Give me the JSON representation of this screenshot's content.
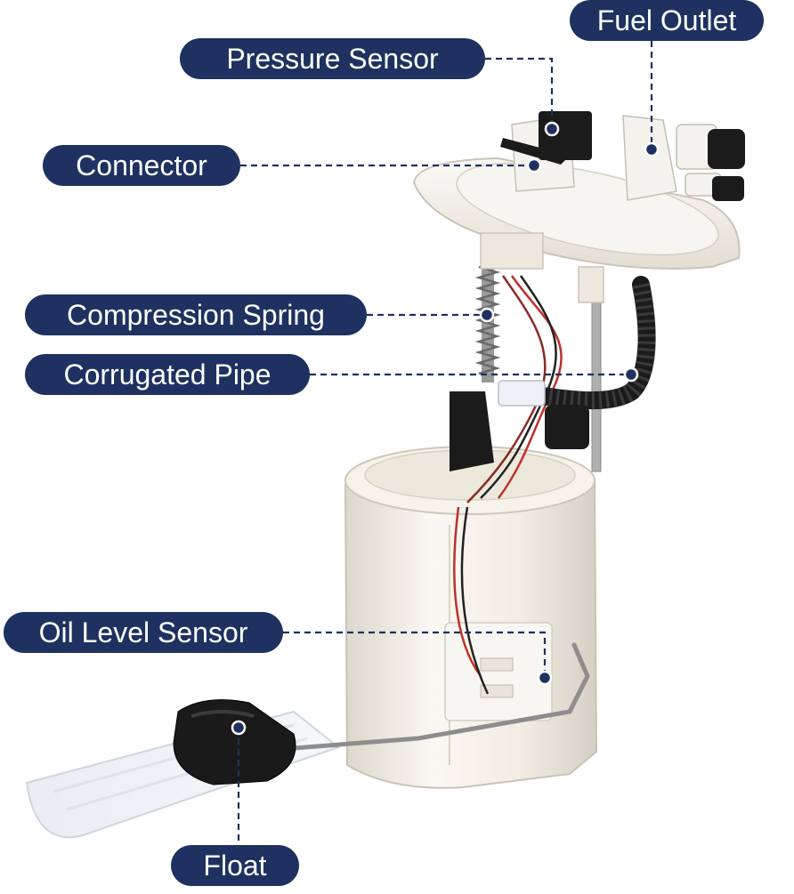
{
  "callouts": {
    "fuel_outlet": "Fuel Outlet",
    "pressure_sensor": "Pressure Sensor",
    "connector": "Connector",
    "compression_spring": "Compression Spring",
    "corrugated_pipe": "Corrugated Pipe",
    "oil_level_sensor": "Oil Level Sensor",
    "float": "Float"
  },
  "colors": {
    "label_bg": "#1e3160",
    "label_text": "#ffffff",
    "leader_line": "#1e3160",
    "part_plastic": "#f2efe6",
    "part_black": "#1b1b1b"
  }
}
